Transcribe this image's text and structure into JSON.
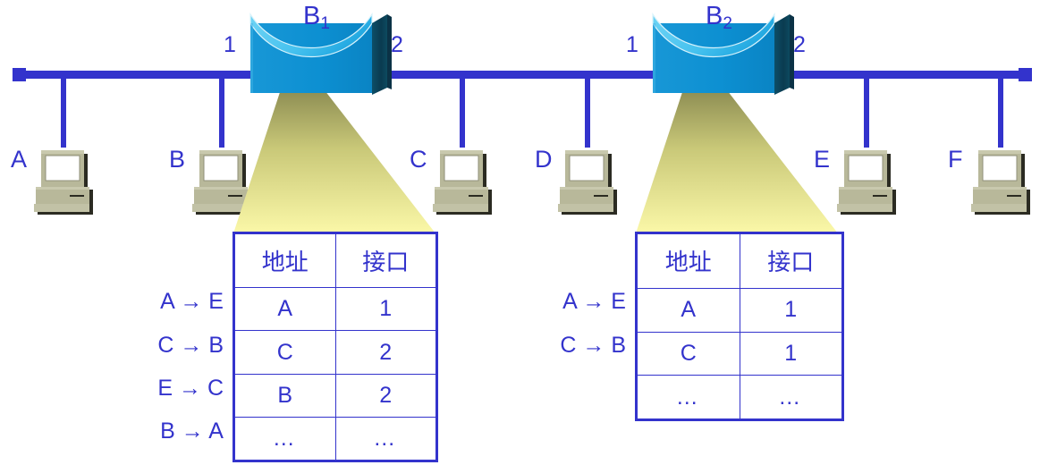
{
  "diagram": {
    "title": "Bridge self-learning forwarding table diagram",
    "accent_color": "#3333cc",
    "bridge_body_color": "#0e90d2",
    "bridge_top_color": "#55c8f0",
    "bridge_side_color": "#0b3d52",
    "beam_top_color": "#8a8a50",
    "beam_bottom_color": "#fbf8a8",
    "pc_color": "#b8b89a"
  },
  "hosts": [
    {
      "label": "A"
    },
    {
      "label": "B"
    },
    {
      "label": "C"
    },
    {
      "label": "D"
    },
    {
      "label": "E"
    },
    {
      "label": "F"
    }
  ],
  "bridges": [
    {
      "name": "B",
      "subscript": "1",
      "left_port": "1",
      "right_port": "2"
    },
    {
      "name": "B",
      "subscript": "2",
      "left_port": "1",
      "right_port": "2"
    }
  ],
  "tables": [
    {
      "id": "bridge1-forwarding-table",
      "headers": [
        "地址",
        "接口"
      ],
      "rows": [
        {
          "address": "A",
          "interface": "1"
        },
        {
          "address": "C",
          "interface": "2"
        },
        {
          "address": "B",
          "interface": "2"
        },
        {
          "address": "…",
          "interface": "…"
        }
      ],
      "flows": [
        "A → E",
        "C → B",
        "E → C",
        "B → A"
      ]
    },
    {
      "id": "bridge2-forwarding-table",
      "headers": [
        "地址",
        "接口"
      ],
      "rows": [
        {
          "address": "A",
          "interface": "1"
        },
        {
          "address": "C",
          "interface": "1"
        },
        {
          "address": "…",
          "interface": "…"
        }
      ],
      "flows": [
        "A → E",
        "C → B"
      ]
    }
  ]
}
